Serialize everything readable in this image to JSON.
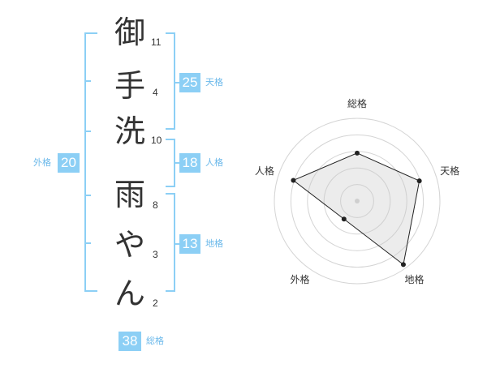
{
  "characters": [
    {
      "char": "御",
      "strokes": "11"
    },
    {
      "char": "手",
      "strokes": "4"
    },
    {
      "char": "洗",
      "strokes": "10"
    },
    {
      "char": "雨",
      "strokes": "8"
    },
    {
      "char": "や",
      "strokes": "3"
    },
    {
      "char": "ん",
      "strokes": "2"
    }
  ],
  "kakusu": {
    "tenkaku": {
      "value": "25",
      "label": "天格"
    },
    "jinkaku": {
      "value": "18",
      "label": "人格"
    },
    "chikaku": {
      "value": "13",
      "label": "地格"
    },
    "gaikaku": {
      "value": "20",
      "label": "外格"
    },
    "soukaku": {
      "value": "38",
      "label": "総格"
    }
  },
  "colors": {
    "accent": "#8ccff5",
    "label": "#6ab8ea",
    "text": "#333333"
  },
  "chart_data": {
    "type": "radar",
    "axes": [
      "総格",
      "天格",
      "地格",
      "外格",
      "人格"
    ],
    "values": [
      0.58,
      0.79,
      0.95,
      0.27,
      0.81
    ],
    "range": [
      0,
      1
    ],
    "rings": 5
  }
}
